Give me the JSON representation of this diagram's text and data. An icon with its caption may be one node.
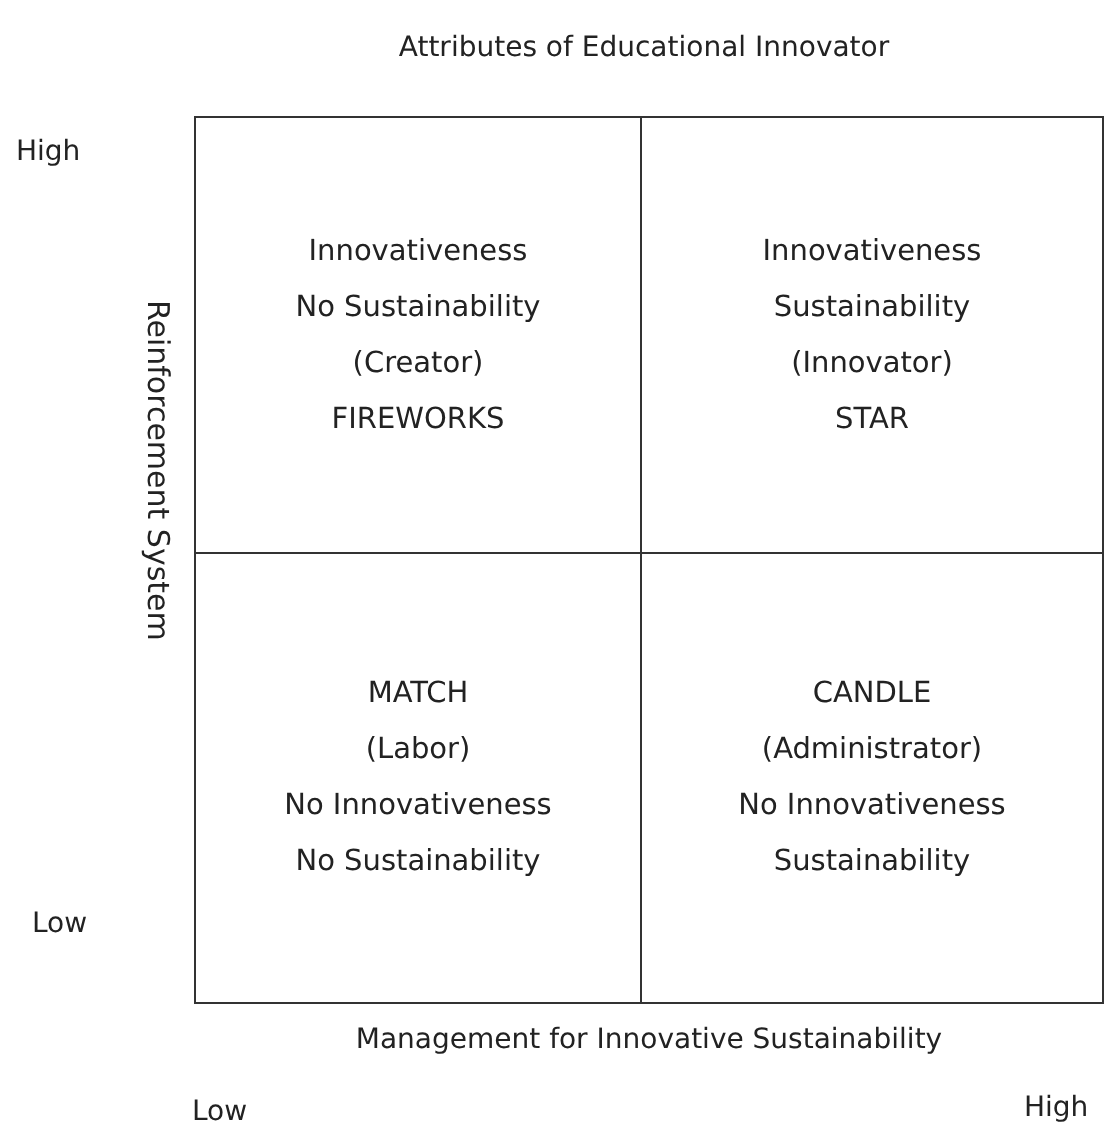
{
  "diagram": {
    "title": "Attributes of Educational Innovator",
    "nodes": [
      {
        "text": [
          "Innovativeness",
          "No Sustainability",
          "(Creator)",
          "FIREWORKS"
        ]
      },
      {
        "text": [
          "Innovativeness",
          "Sustainability",
          "(Innovator)",
          "STAR"
        ]
      },
      {
        "text": [
          "MATCH",
          "(Labor)",
          "No Innovativeness",
          "No Sustainability"
        ]
      },
      {
        "text": [
          "CANDLE",
          "(Administrator)",
          "No Innovativeness",
          "Sustainability"
        ]
      }
    ],
    "edges": [],
    "labels": [
      "High",
      "Reinforcement System",
      "Low",
      "Management for Innovative Sustainability",
      "Low",
      "High"
    ]
  }
}
